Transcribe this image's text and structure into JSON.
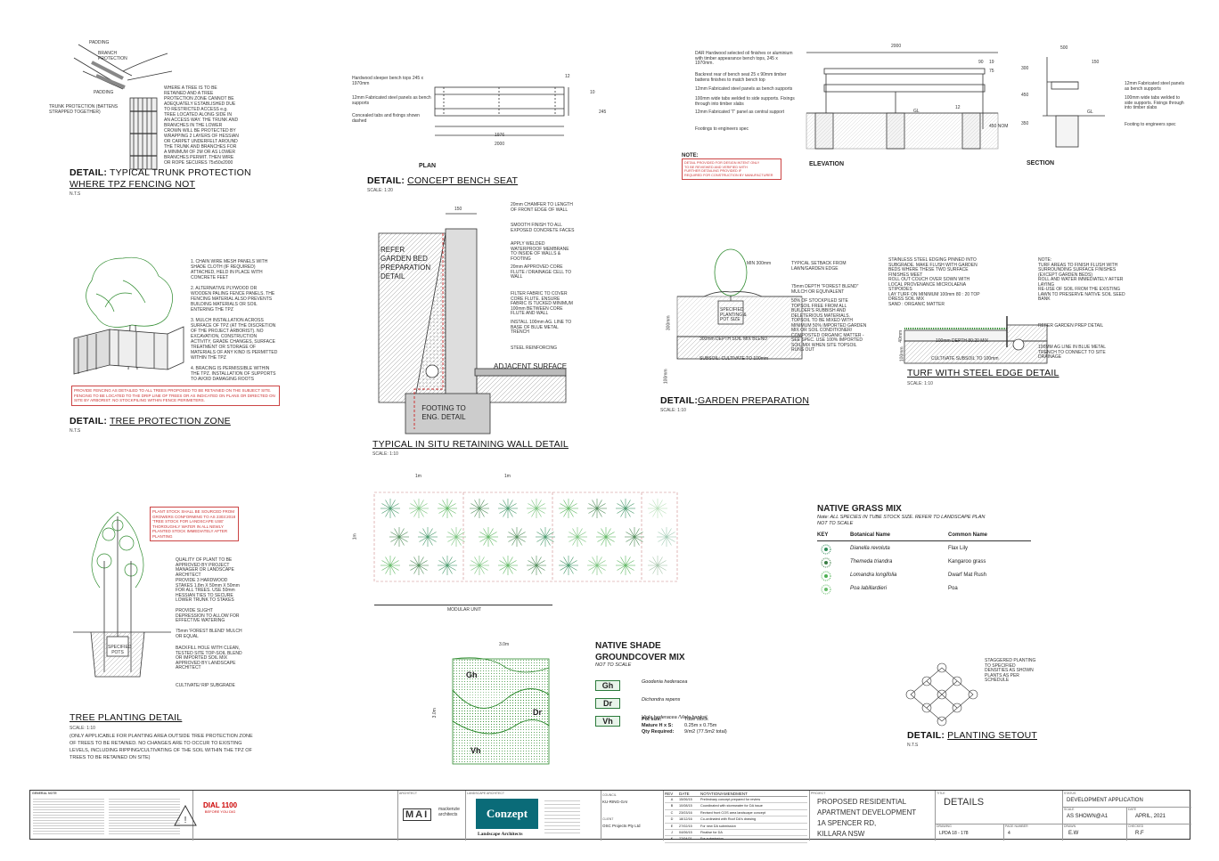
{
  "trunk": {
    "title_bold": "DETAIL:",
    "title_rest": "TYPICAL TRUNK PROTECTION",
    "title_line2": "WHERE TPZ FENCING NOT",
    "scale": "N.T.S",
    "labels": [
      "PADDING",
      "BRANCH PROTECTION",
      "PADDING",
      "TRUNK PROTECTION (BATTENS STRAPPED TOGETHER)"
    ],
    "note": "WHERE A TREE IS TO BE RETAINED AND A TREE PROTECTION ZONE CANNOT BE ADEQUATELY ESTABLISHED DUE TO RESTRICTED ACCESS e.g. TREE LOCATED ALONG SIDE IN AN ACCESS WAY. THE TRUNK AND BRANCHES IN THE LOWER CROWN WILL BE PROTECTED BY WRAPPING 2 LAYERS OF HESSIAN OR CARPET UNDERFELT AROUND THE TRUNK AND BRANCHES FOR A MINIMUM OF 2M OR AS LOWER BRANCHES PERMIT. THEN WIRE OR ROPE SECURES 75x50x2000"
  },
  "bench": {
    "title_bold": "DETAIL:",
    "title_rest": "CONCEPT BENCH SEAT",
    "scale": "SCALE: 1:20",
    "plan_label": "PLAN",
    "elevation_label": "ELEVATION",
    "section_label": "SECTION",
    "plan_labels": [
      "Hardwood sleeper bench tops 245 x 1970mm",
      "12mm Fabricated steel panels as bench supports",
      "Concealed tabs and fixings shown dashed"
    ],
    "plan_dims": [
      "12",
      "1976",
      "2000",
      "10",
      "245"
    ],
    "elev_labels": [
      "DAR Hardwood selected oil finishes or aluminium with timber appearance bench tops, 245 x 1970mm.",
      "Backrest rear of bench seat 25 x 90mm timber battens finishes to match bench top",
      "12mm Fabricated steel panels as bench supports",
      "100mm wide tabs welded to side supports. Fixings through into timber slabs",
      "12mm Fabricated 'T' panel as central support",
      "Footings to engineers spec"
    ],
    "elev_dims": [
      "2000",
      "19",
      "90",
      "75",
      "12",
      "GL",
      "450 NOM"
    ],
    "sect_labels": [
      "12mm Fabricated steel panels as bench supports",
      "100mm wide tabs welded to side supports. Fixings through into timber slabs",
      "Footing to engineers spec"
    ],
    "sect_dims": [
      "500",
      "150",
      "300",
      "450",
      "350",
      "GL"
    ],
    "note_title": "NOTE:",
    "note_text": "DETAIL PROVIDED FOR DESIGN INTENT ONLY\nTO BE REVIEWED AND VERIFIED WITH\nFURTHER DETAILING PROVIDED IF\nREQUIRED FOR CONSTRUCTION BY MANUFACTURER"
  },
  "tpz": {
    "title_bold": "DETAIL:",
    "title_rest": "TREE PROTECTION ZONE",
    "scale": "N.T.S",
    "notes": "1. CHAIN WIRE MESH PANELS WITH SHADE CLOTH (IF REQUIRED) ATTACHED, HELD IN PLACE WITH CONCRETE FEET\n\n2. ALTERNATIVE PLYWOOD OR WOODEN PALING FENCE PANELS. THE FENCING MATERIAL ALSO PREVENTS BUILDING MATERIALS OR SOIL ENTERING THE TPZ\n\n3. MULCH INSTALLATION ACROSS SURFACE OF TPZ (AT THE DISCRETION OF THE PROJECT ARBORIST). NO EXCAVATION, CONSTRUCTION ACTIVITY, GRADE CHANGES, SURFACE TREATMENT OR STORAGE OF MATERIALS OF ANY KIND IS PERMITTED WITHIN THE TPZ\n\n4. BRACING IS PERMISSIBLE WITHIN THE TPZ. INSTALLATION OF SUPPORTS TO AVOID DAMAGING ROOTS",
    "red_note": "PROVIDE FENCING AS DETAILED TO ALL TREES PROPOSED TO BE RETAINED ON THE SUBJECT SITE. FENCING TO BE LOCATED TO THE DRIP LINE OF TREES OR AS INDICATED ON PLANS OR DIRECTED ON SITE BY ARBORIST. NO STOCKPILING WITHIN FENCE PERIMETERS."
  },
  "wall": {
    "title": "TYPICAL IN SITU RETAINING WALL DETAIL",
    "scale": "SCALE: 1:10",
    "dim": "150",
    "big_labels": [
      "REFER GARDEN BED PREPARATION DETAIL",
      "ADJACENT SURFACE",
      "FOOTING TO ENG. DETAIL"
    ],
    "labels": [
      "20mm CHAMFER TO LENGTH OF FRONT EDGE OF WALL",
      "SMOOTH FINISH TO ALL EXPOSED CONCRETE FACES",
      "APPLY WELDED WATERPROOF MEMBRANE TO INSIDE OF WALLS & FOOTING",
      "20mm APPROVED CORE FLUTE / DRAINAGE CELL TO WALL",
      "FILTER FABRIC TO COVER CORE FLUTE. ENSURE FABRIC IS TUCKED MINIMUM 100mm BETWEEN CORE FLUTE AND WALL",
      "INSTALL 100mm AG. LINE TO BASE OF BLUE METAL TRENCH",
      "STEEL REINFORCING"
    ]
  },
  "garden": {
    "title_bold": "DETAIL:",
    "title_rest": "GARDEN PREPARATION",
    "scale": "SCALE: 1:10",
    "labels": [
      "MIN 300mm",
      "TYPICAL SETBACK FROM LAWN/GARDEN EDGE",
      "75mm DEPTH \"FOREST BLEND\" MULCH OR EQUIVALENT",
      "50% OF STOCKPILED SITE TOPSOIL FREE FROM ALL BUILDER'S RUBBISH AND DELETERIOUS MATERIALS. TOPSOIL TO BE MIXED WITH MINIMUM 50% IMPORTED GARDEN MIX OR SOIL CONDITIONER/ COMPOSTED ORGANIC MATTER - SEE SPEC. USE 100% IMPORTED SOIL MIX WHEN SITE TOPSOIL RUNS OUT",
      "SPECIFIED PLANTING & POT SIZE",
      "300mm DEPTH SOIL MIX BLEND",
      "SUBSOIL: CULTIVATE TO 100mm"
    ],
    "dims": [
      "300mm",
      "100mm"
    ]
  },
  "turf": {
    "title": "TURF WITH STEEL EDGE DETAIL",
    "scale": "SCALE: 1:10",
    "left_note": "STAINLESS STEEL EDGING PINNED INTO SUBGRADE. MAKE FLUSH WITH GARDEN BEDS WHERE THESE TWO SURFACE FINISHES MEET\nROLL OUT COUCH OVER SOWN WITH LOCAL PROVENANCE MICROLAENA STIPOIDES\nLAY TURF ON MINIMUM 100mm 80 : 20 TOP DRESS SOIL MIX\nSAND : ORGANIC MATTER",
    "right_note": "NOTE:\nTURF AREAS TO FINISH FLUSH WITH SURROUNDING SURFACE FINISHES (EXCEPT GARDEN BEDS)\nROLL AND WATER IMMEDIATELY AFTER LAYING\nRE-USE OF SOIL FROM THE EXISTING LAWN TO PRESERVE NATIVE SOIL SEED BANK",
    "labels": [
      "REFER GARDEN PREP DETAIL",
      "100mm DEPTH 80:20 MIX",
      "CULTIVATE SUBSOIL TO 100mm",
      "100MM AG LINE IN BLUE METAL TRENCH TO CONNECT TO SITE DRAINAGE",
      "100mm",
      "40mm"
    ]
  },
  "tree_planting": {
    "title": "TREE PLANTING DETAIL",
    "scale": "SCALE: 1:10",
    "scale_note": "(ONLY APPLICABLE FOR PLANTING AREA OUTSIDE TREE PROTECTION ZONE OF TREES TO BE RETAINED. NO CHANGES ARE TO OCCUR TO EXISTING LEVELS, INCLUDING RIPPING/CULTIVATING OF THE SOIL WITHIN THE TPZ OF TREES TO BE RETAINED ON SITE)",
    "red_note": "PLANT STOCK SHALL BE SOURCED FROM GROWERS CONFORMING TO AS 2303:2018 'TREE STOCK FOR LANDSCAPE USE' THOROUGHLY WATER IN ALL NEWLY PLANTED STOCK IMMEDIATELY AFTER PLANTING",
    "labels": [
      "QUALITY OF PLANT TO BE APPROVED BY PROJECT MANAGER OR LANDSCAPE ARCHITECT",
      "PROVIDE 3 HARDWOOD STAKES 1.8m X 50mm X 50mm FOR ALL TREES. USE 50mm HESSIAN TIES TO SECURE LOWER TRUNK TO STAKES",
      "PROVIDE SLIGHT DEPRESSION TO ALLOW FOR EFFECTIVE WATERING",
      "75mm 'FOREST BLEND' MULCH OR EQUAL",
      "BACKFILL HOLE WITH CLEAN, TESTED SITE TOP-SOIL BLEND OR IMPORTED SOIL MIX APPROVED BY LANDSCAPE ARCHITECT",
      "CULTIVATE/ RIP SUBGRADE",
      "SPECIFIED POTS"
    ]
  },
  "grass": {
    "title": "NATIVE GRASS MIX",
    "note": "Note: ALL SPECIES IN TUBE STOCK SIZE. REFER TO LANDSCAPE PLAN",
    "not_to_scale": "NOT TO SCALE",
    "dims": [
      "1m",
      "1m",
      "1m"
    ],
    "modular": "MODULAR UNIT",
    "headers": [
      "KEY",
      "Botanical Name",
      "Common Name"
    ],
    "rows": [
      {
        "botanical": "Dianella revoluta",
        "common": "Flax Lily",
        "color": "#2e8b57"
      },
      {
        "botanical": "Themeda triandra",
        "common": "Kangaroo grass",
        "color": "#3a7d44"
      },
      {
        "botanical": "Lomandra longifolia",
        "common": "Dwarf Mat Rush",
        "color": "#4caf50"
      },
      {
        "botanical": "Poa labillardieri",
        "common": "Poa",
        "color": "#66bb6a"
      }
    ]
  },
  "shade": {
    "title1": "NATIVE SHADE",
    "title2": "GROUNDCOVER MIX",
    "not_to_scale": "NOT TO SCALE",
    "dims": [
      "3.0m",
      "3.0m"
    ],
    "codes": [
      {
        "code": "Gh",
        "name": "Goodenia hederacea"
      },
      {
        "code": "Dr",
        "name": "Dichondra repens"
      },
      {
        "code": "Vh",
        "name": "Viola hederacea /Viola banksii"
      }
    ],
    "spec": [
      {
        "k": "Pot size:",
        "v": "Tube stock"
      },
      {
        "k": "Mature H x S:",
        "v": "0.25m x 0.75m"
      },
      {
        "k": "Qty Required:",
        "v": "9/m2 (77.5m2 total)"
      }
    ]
  },
  "setout": {
    "title_bold": "DETAIL:",
    "title_rest": "PLANTING SETOUT",
    "scale": "N.T.S",
    "label": "STAGGERED PLANTING TO SPECIFIED DENSITIES AS SHOWN PLANTS AS PER SCHEDULE"
  },
  "titleblock": {
    "general_note": "GENERAL NOTE",
    "architect": "ARCHITECT",
    "landscape_architect": "LANDSCAPE ARCHITECT",
    "arch_name": "MAI",
    "arch_sub": "mackenzie architects",
    "la_name": "Conzept",
    "la_sub": "Landscape Architects",
    "dial": "DIAL 1100",
    "dial_sub": "BEFORE YOU DIG",
    "council_lbl": "COUNCIL",
    "council": "KU-RING-GAI",
    "client_lbl": "CLIENT",
    "client": "OSC Projects Pty Ltd",
    "rev_headers": [
      "REV",
      "DATE",
      "NOTATION/AMENDMENT"
    ],
    "revs": [
      {
        "rev": "A",
        "date": "15/06/15",
        "note": "Preliminary concept prepared for review"
      },
      {
        "rev": "B",
        "date": "10/08/15",
        "note": "Coordinated with stormwater for DA issue"
      },
      {
        "rev": "C",
        "date": "23/03/16",
        "note": "Revised front COS area landscape concept"
      },
      {
        "rev": "D",
        "date": "18/12/16",
        "note": "Co-ordinated with Roof DA's drawing"
      },
      {
        "rev": "E",
        "date": "27/02/15",
        "note": "For new DA submission"
      },
      {
        "rev": "J",
        "date": "04/06/15",
        "note": "Finalise for DA"
      },
      {
        "rev": "K",
        "date": "27/04/21",
        "note": "For submission"
      }
    ],
    "project_lbl": "PROJECT",
    "project_lines": [
      "PROPOSED RESIDENTIAL",
      "APARTMENT DEVELOPMENT",
      "1A SPENCER RD,",
      "KILLARA NSW"
    ],
    "title_lbl": "TITLE",
    "title": "DETAILS",
    "drawing_lbl": "DRAWING",
    "drawing": "LPDA 18 - 178",
    "page_lbl": "PAGE NUMBER",
    "page": "4",
    "status_lbl": "STATUS",
    "status": "DEVELOPMENT APPLICATION",
    "scale_lbl": "SCALE",
    "scale": "AS SHOWN@A1",
    "date_lbl": "DATE",
    "date": "APRIL, 2021",
    "drawn_lbl": "DRAWN",
    "drawn": "E.W",
    "checked_lbl": "CHECKED",
    "checked": "R.F"
  }
}
